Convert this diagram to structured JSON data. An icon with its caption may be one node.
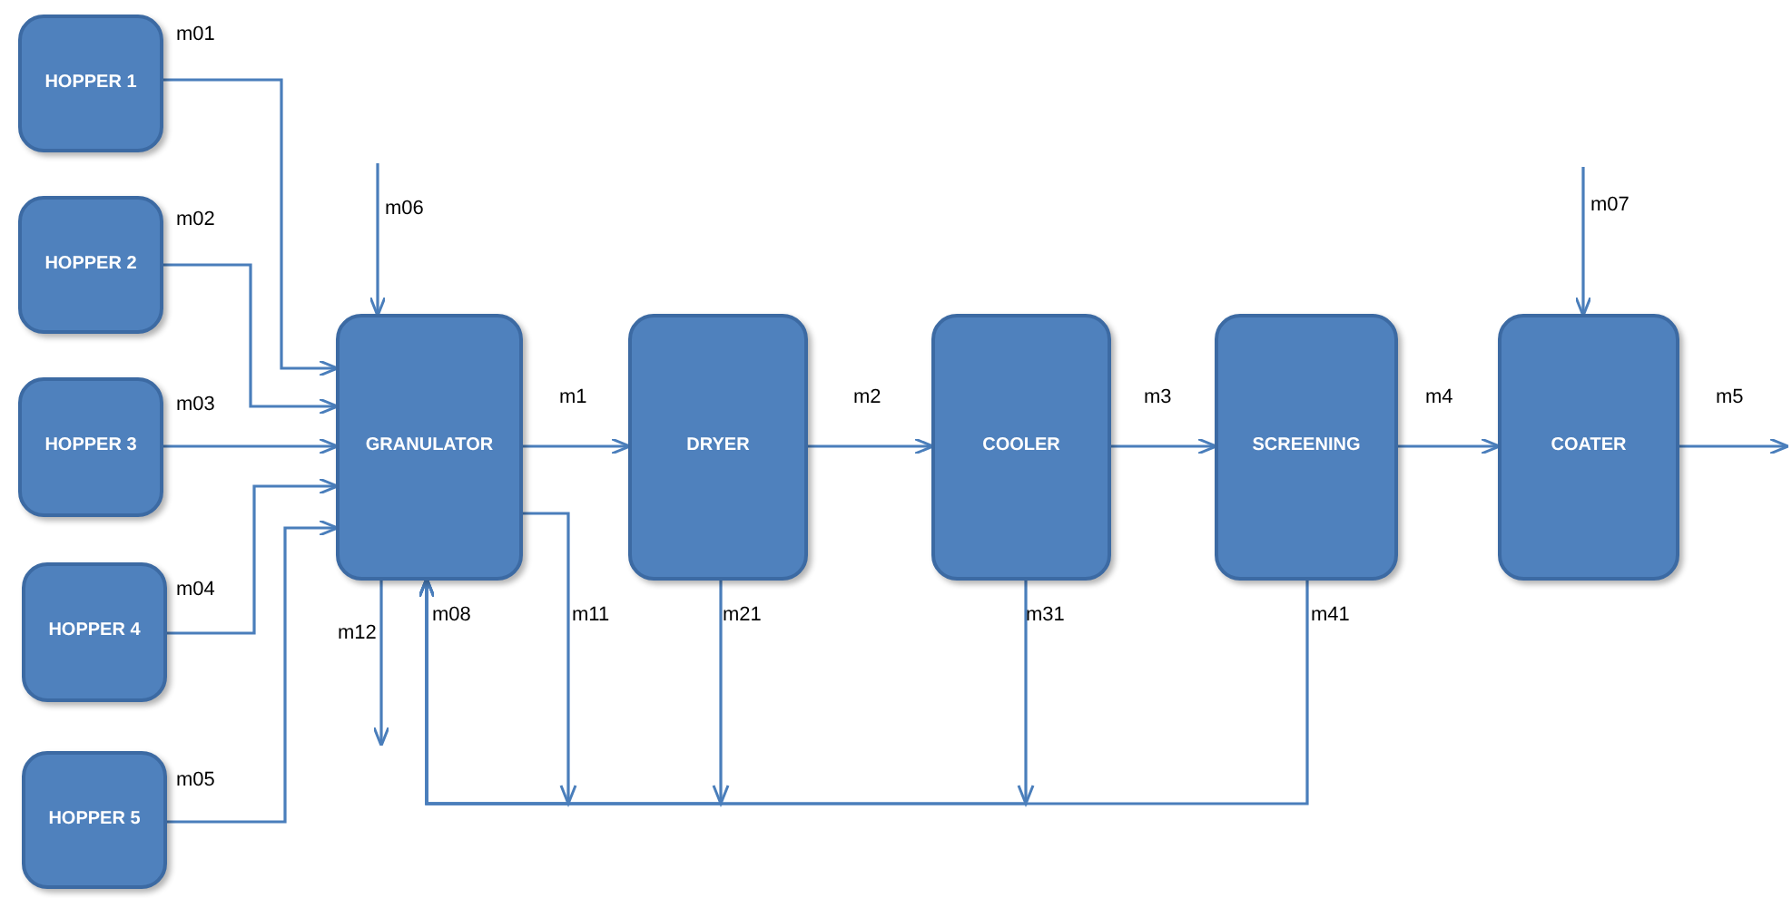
{
  "diagram": {
    "nodes": [
      {
        "text": [
          "HOPPER 1"
        ]
      },
      {
        "text": [
          "HOPPER 2"
        ]
      },
      {
        "text": [
          "HOPPER 3"
        ]
      },
      {
        "text": [
          "HOPPER 4"
        ]
      },
      {
        "text": [
          "HOPPER 5"
        ]
      },
      {
        "text": [
          "GRANULATOR"
        ]
      },
      {
        "text": [
          "DRYER"
        ]
      },
      {
        "text": [
          "COOLER"
        ]
      },
      {
        "text": [
          "SCREENING"
        ]
      },
      {
        "text": [
          "COATER"
        ]
      }
    ],
    "edges": [
      {
        "from": 0,
        "to": 5,
        "arrow": "to",
        "label": "m01"
      },
      {
        "from": 1,
        "to": 5,
        "arrow": "to",
        "label": "m02"
      },
      {
        "from": 2,
        "to": 5,
        "arrow": "to",
        "label": "m03"
      },
      {
        "from": 3,
        "to": 5,
        "arrow": "to",
        "label": "m04"
      },
      {
        "from": 4,
        "to": 5,
        "arrow": "to",
        "label": "m05"
      },
      {
        "from": null,
        "to": 5,
        "arrow": "to",
        "label": "m06"
      },
      {
        "from": 5,
        "to": 6,
        "arrow": "to",
        "label": "m1"
      },
      {
        "from": 6,
        "to": 7,
        "arrow": "to",
        "label": "m2"
      },
      {
        "from": 7,
        "to": 8,
        "arrow": "to",
        "label": "m3"
      },
      {
        "from": 8,
        "to": 9,
        "arrow": "to",
        "label": "m4"
      },
      {
        "from": null,
        "to": 9,
        "arrow": "to",
        "label": "m07"
      },
      {
        "from": 9,
        "to": null,
        "arrow": "to",
        "label": "m5"
      },
      {
        "from": 5,
        "to": null,
        "arrow": "to",
        "label": "m12"
      },
      {
        "from": 5,
        "to": 5,
        "arrow": "to",
        "label": "m11"
      },
      {
        "from": 6,
        "to": 5,
        "arrow": "to",
        "label": "m21"
      },
      {
        "from": 7,
        "to": 5,
        "arrow": "to",
        "label": "m31"
      },
      {
        "from": 8,
        "to": 5,
        "arrow": "to",
        "label": "m41"
      }
    ],
    "labels": [
      "m08"
    ]
  }
}
